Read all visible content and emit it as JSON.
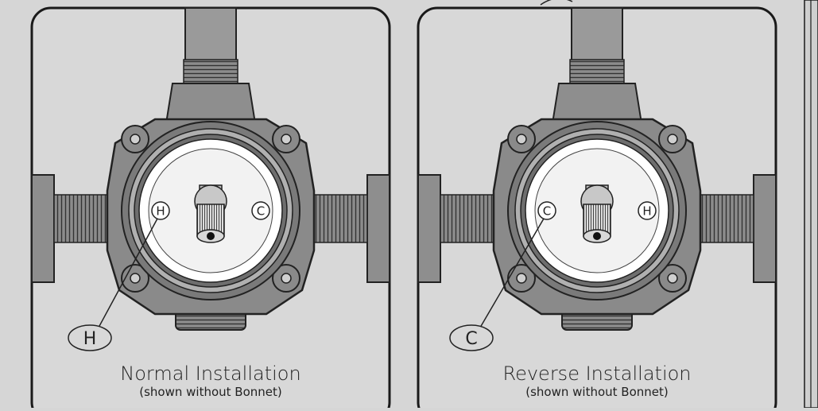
{
  "panels": [
    {
      "id": "normal",
      "title": "Normal Installation",
      "subtitle": "(shown without Bonnet)",
      "left_mark": "H",
      "right_mark": "C",
      "callout": "H"
    },
    {
      "id": "reverse",
      "title": "Reverse Installation",
      "subtitle": "(shown without Bonnet)",
      "left_mark": "C",
      "right_mark": "H",
      "callout": "C"
    }
  ],
  "colors": {
    "background": "#d6d6d6",
    "frame_border": "#1a1a1a",
    "panel_fill": "#d8d8d8",
    "valve_body": "#9a9a9a",
    "valve_dark": "#6e6e6e",
    "cartridge_face": "#f2f2f2"
  }
}
